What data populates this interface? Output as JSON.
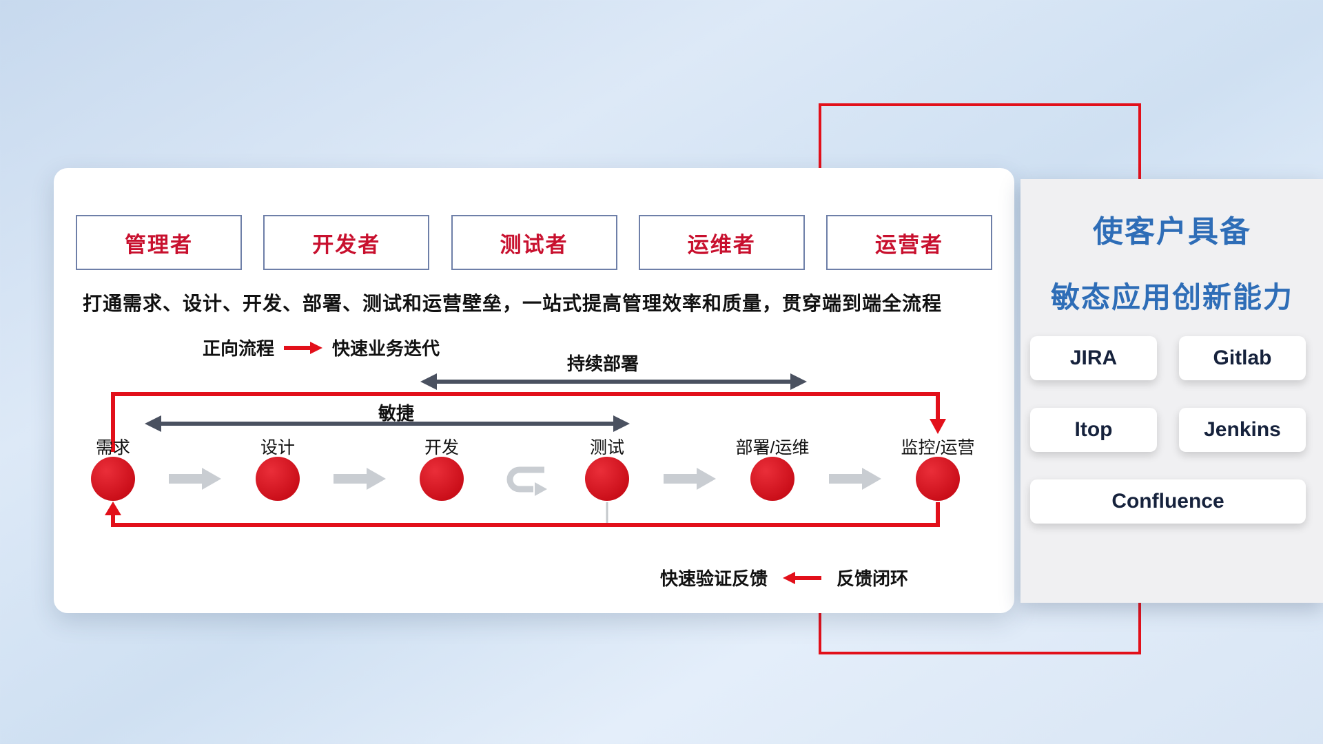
{
  "card": {
    "roles": [
      "管理者",
      "开发者",
      "测试者",
      "运维者",
      "运营者"
    ],
    "tagline": "打通需求、设计、开发、部署、测试和运营壁垒，一站式提高管理效率和质量，贯穿端到端全流程",
    "forward_legend": {
      "label": "正向流程",
      "desc": "快速业务迭代"
    },
    "span_arrows": {
      "deploy": "持续部署",
      "agile": "敏捷"
    },
    "steps": [
      "需求",
      "设计",
      "开发",
      "测试",
      "部署/运维",
      "监控/运营"
    ],
    "feedback_legend": {
      "desc": "快速验证反馈",
      "label": "反馈闭环"
    }
  },
  "panel": {
    "title_line1": "使客户具备",
    "title_line2": "敏态应用创新能力",
    "tools": [
      "JIRA",
      "Gitlab",
      "Itop",
      "Jenkins",
      "Confluence"
    ]
  },
  "colors": {
    "accent_red": "#e2101a",
    "role_red": "#c8102e",
    "title_blue": "#2e6db7",
    "dark_arrow": "#4a5160",
    "gray_arrow": "#c9cdd2"
  }
}
